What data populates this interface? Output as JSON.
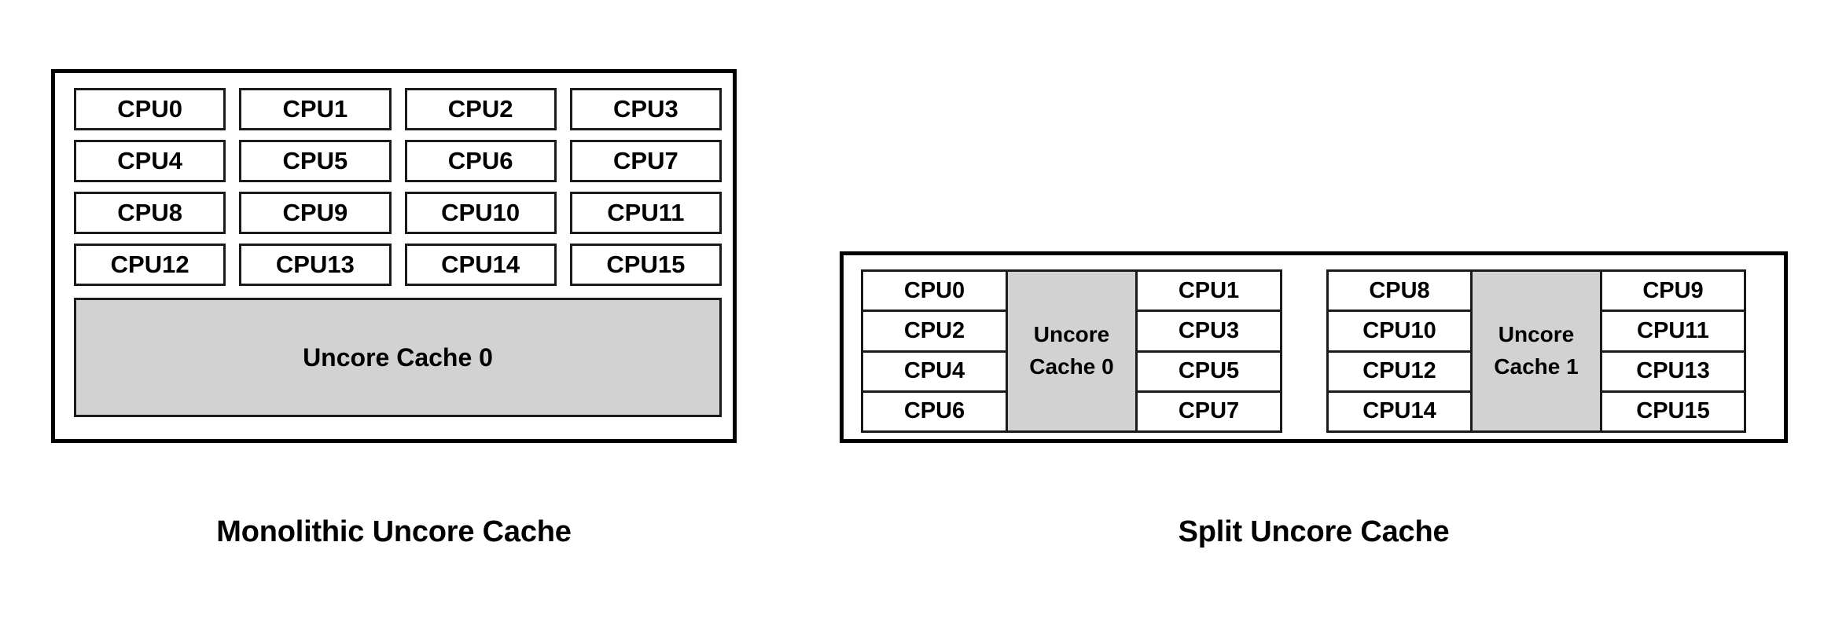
{
  "colors": {
    "cache_fill": "#d2d2d2",
    "line": "#000000",
    "background": "#ffffff"
  },
  "figures": {
    "monolithic": {
      "caption": "Monolithic Uncore Cache",
      "cpus": [
        "CPU0",
        "CPU1",
        "CPU2",
        "CPU3",
        "CPU4",
        "CPU5",
        "CPU6",
        "CPU7",
        "CPU8",
        "CPU9",
        "CPU10",
        "CPU11",
        "CPU12",
        "CPU13",
        "CPU14",
        "CPU15"
      ],
      "cache_label": "Uncore Cache 0"
    },
    "split": {
      "caption": "Split Uncore Cache",
      "clusters": [
        {
          "left_cpus": [
            "CPU0",
            "CPU2",
            "CPU4",
            "CPU6"
          ],
          "cache_label": "Uncore Cache 0",
          "right_cpus": [
            "CPU1",
            "CPU3",
            "CPU5",
            "CPU7"
          ]
        },
        {
          "left_cpus": [
            "CPU8",
            "CPU10",
            "CPU12",
            "CPU14"
          ],
          "cache_label": "Uncore Cache 1",
          "right_cpus": [
            "CPU9",
            "CPU11",
            "CPU13",
            "CPU15"
          ]
        }
      ]
    }
  }
}
